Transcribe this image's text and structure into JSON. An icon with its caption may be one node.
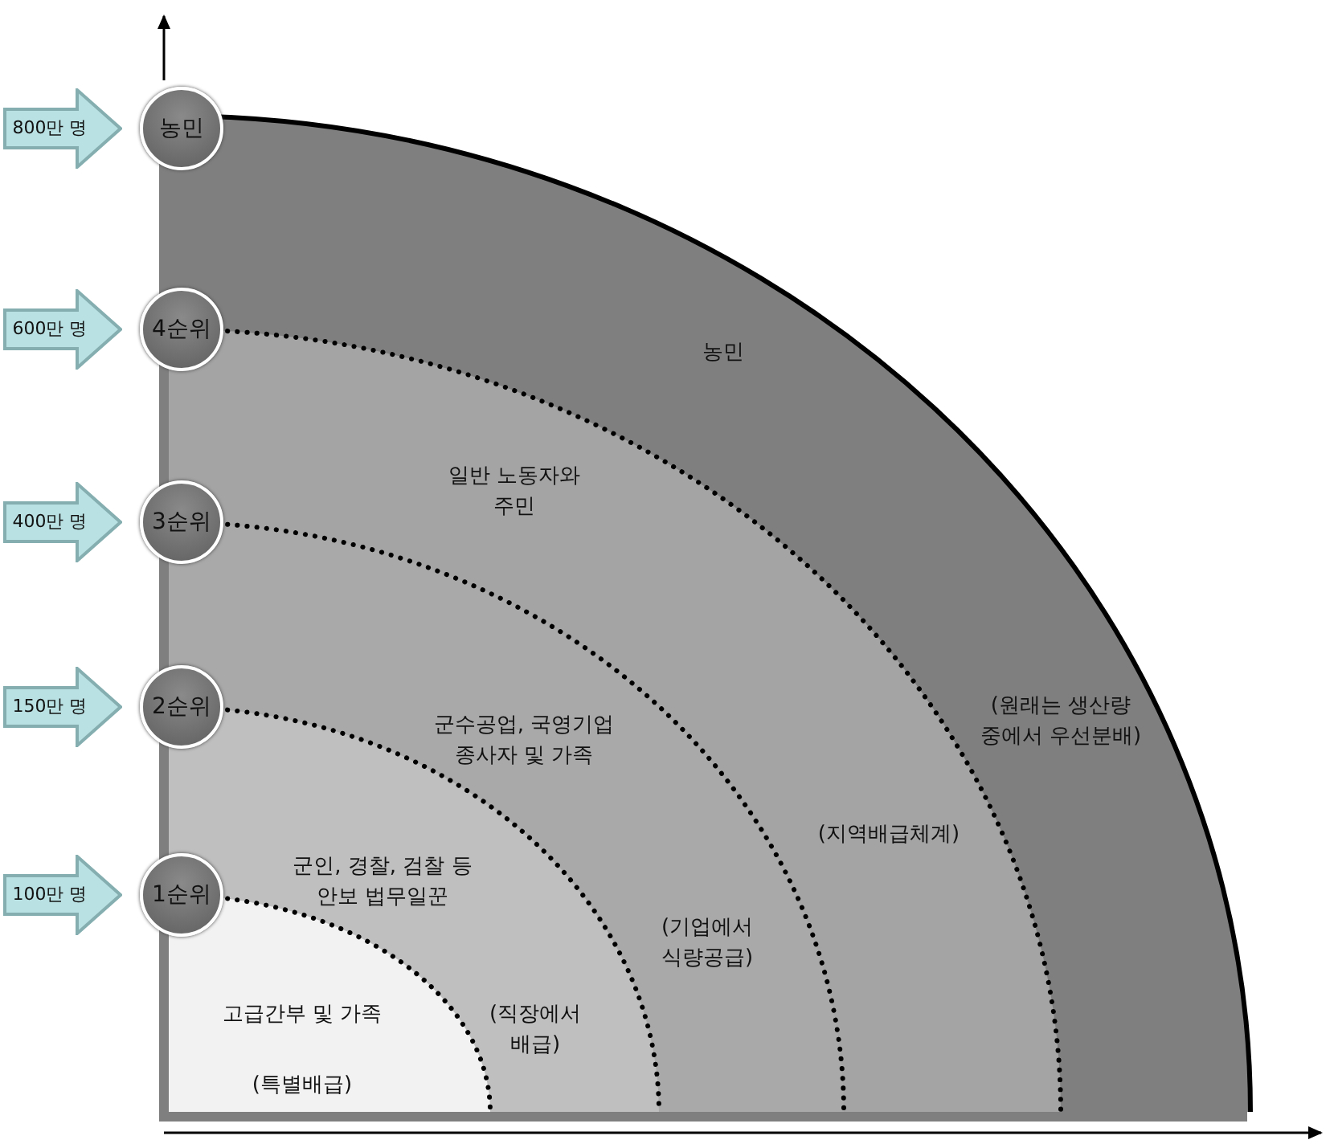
{
  "diagram": {
    "nodes": [
      {
        "text": [
          "800만 명"
        ]
      },
      {
        "text": [
          "농민"
        ]
      },
      {
        "text": [
          "600만 명"
        ]
      },
      {
        "text": [
          "4순위"
        ]
      },
      {
        "text": [
          "400만 명"
        ]
      },
      {
        "text": [
          "3순위"
        ]
      },
      {
        "text": [
          "150만 명"
        ]
      },
      {
        "text": [
          "2순위"
        ]
      },
      {
        "text": [
          "100만 명"
        ]
      },
      {
        "text": [
          "1순위"
        ]
      },
      {
        "text": [
          "농민",
          "(원래는 생산량 중에서 우선분배)"
        ]
      },
      {
        "text": [
          "일반 노동자와 주민",
          "(지역배급체계)"
        ],
        "in": 10
      },
      {
        "text": [
          "군수공업, 국영기업 종사자 및 가족",
          "(기업에서 식량공급)"
        ],
        "in": 11
      },
      {
        "text": [
          "군인, 경찰, 검찰 등 안보 법무일꾼",
          "(직장에서 배급)"
        ],
        "in": 12
      },
      {
        "text": [
          "고급간부 및 가족",
          "(특별배급)"
        ],
        "in": 13
      }
    ]
  }
}
